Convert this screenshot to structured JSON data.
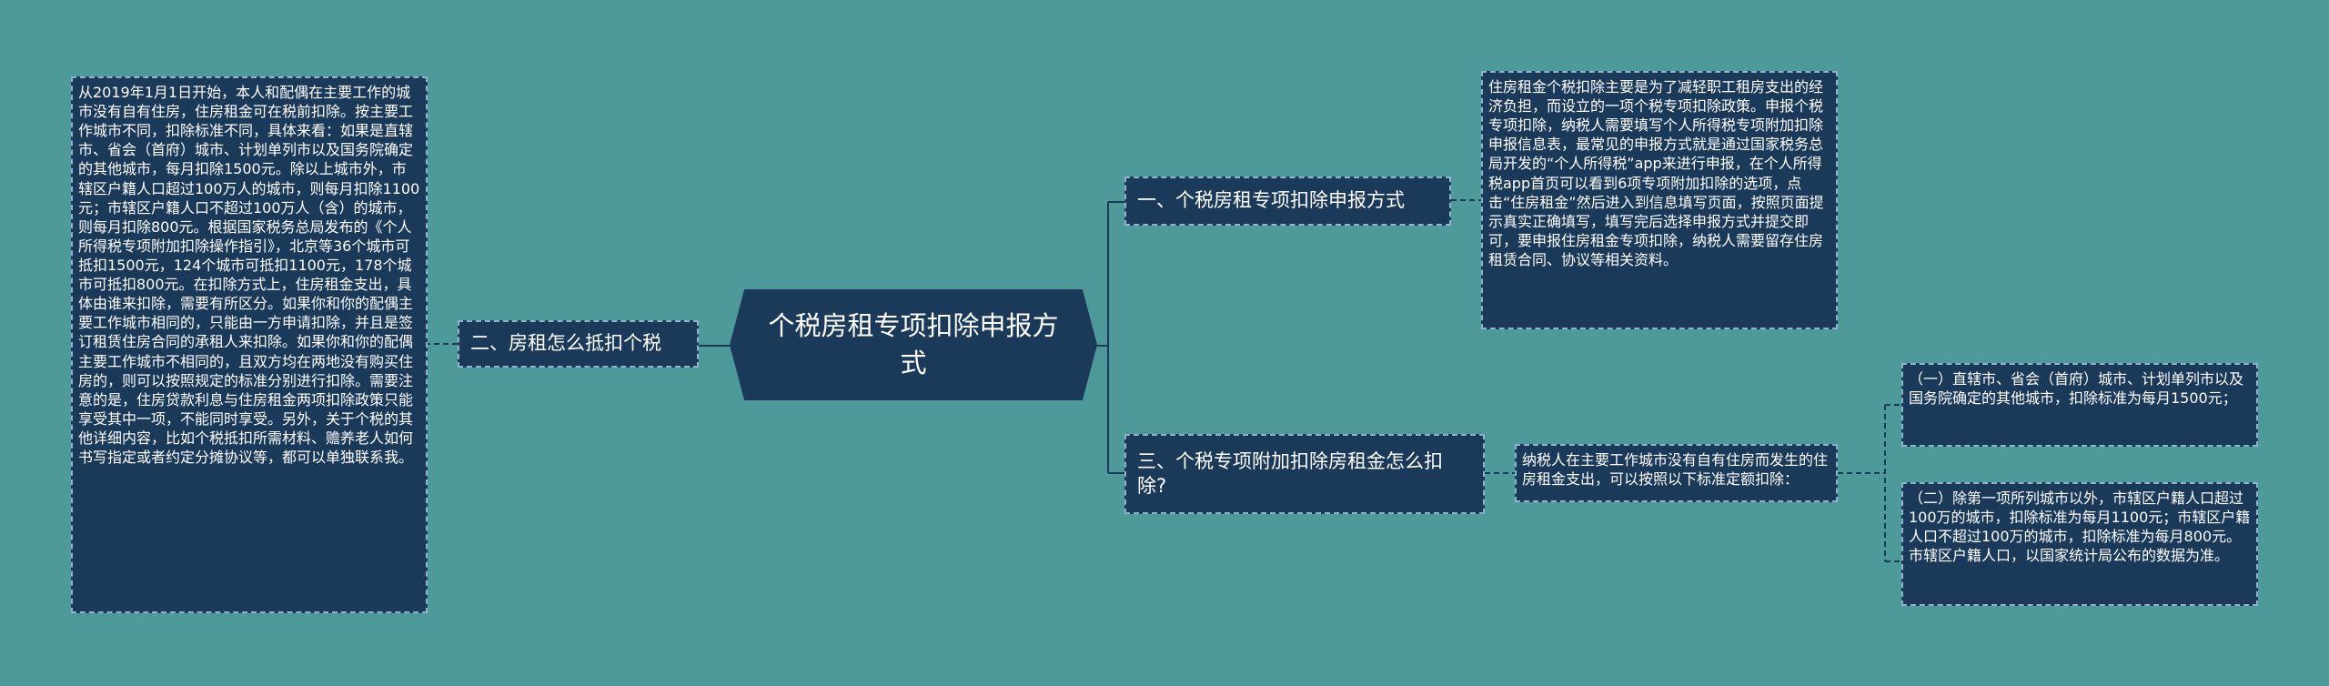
{
  "central": {
    "title": "个税房租专项扣除申报方式"
  },
  "branches": {
    "left": {
      "label": "二、房租怎么抵扣个税",
      "detail": "从2019年1月1日开始，本人和配偶在主要工作的城市没有自有住房，住房租金可在税前扣除。按主要工作城市不同，扣除标准不同，具体来看：如果是直辖市、省会（首府）城市、计划单列市以及国务院确定的其他城市，每月扣除1500元。除以上城市外，市辖区户籍人口超过100万人的城市，则每月扣除1100元；市辖区户籍人口不超过100万人（含）的城市，则每月扣除800元。根据国家税务总局发布的《个人所得税专项附加扣除操作指引》，北京等36个城市可抵扣1500元，124个城市可抵扣1100元，178个城市可抵扣800元。在扣除方式上，住房租金支出，具体由谁来扣除，需要有所区分。如果你和你的配偶主要工作城市相同的，只能由一方申请扣除，并且是签订租赁住房合同的承租人来扣除。如果你和你的配偶主要工作城市不相同的，且双方均在两地没有购买住房的，则可以按照规定的标准分别进行扣除。需要注意的是，住房贷款利息与住房租金两项扣除政策只能享受其中一项，不能同时享受。另外，关于个税的其他详细内容，比如个税抵扣所需材料、赡养老人如何书写指定或者约定分摊协议等，都可以单独联系我。"
    },
    "right_top": {
      "label": "一、个税房租专项扣除申报方式",
      "detail": "住房租金个税扣除主要是为了减轻职工租房支出的经济负担，而设立的一项个税专项扣除政策。申报个税专项扣除，纳税人需要填写个人所得税专项附加扣除申报信息表，最常见的申报方式就是通过国家税务总局开发的“个人所得税”app来进行申报，在个人所得税app首页可以看到6项专项附加扣除的选项，点击“住房租金”然后进入到信息填写页面，按照页面提示真实正确填写，填写完后选择申报方式并提交即可，要申报住房租金专项扣除，纳税人需要留存住房租赁合同、协议等相关资料。"
    },
    "right_bottom": {
      "label": "三、个税专项附加扣除房租金怎么扣除?",
      "detail": "纳税人在主要工作城市没有自有住房而发生的住房租金支出，可以按照以下标准定额扣除：",
      "sub1": "（一）直辖市、省会（首府）城市、计划单列市以及国务院确定的其他城市，扣除标准为每月1500元；",
      "sub2": "（二）除第一项所列城市以外，市辖区户籍人口超过100万的城市，扣除标准为每月1100元；市辖区户籍人口不超过100万的城市，扣除标准为每月800元。市辖区户籍人口，以国家统计局公布的数据为准。"
    }
  },
  "colors": {
    "background": "#4e9a9a",
    "node": "#1b3a5a",
    "border": "#8fb3c9",
    "line": "#1b3a5a"
  }
}
